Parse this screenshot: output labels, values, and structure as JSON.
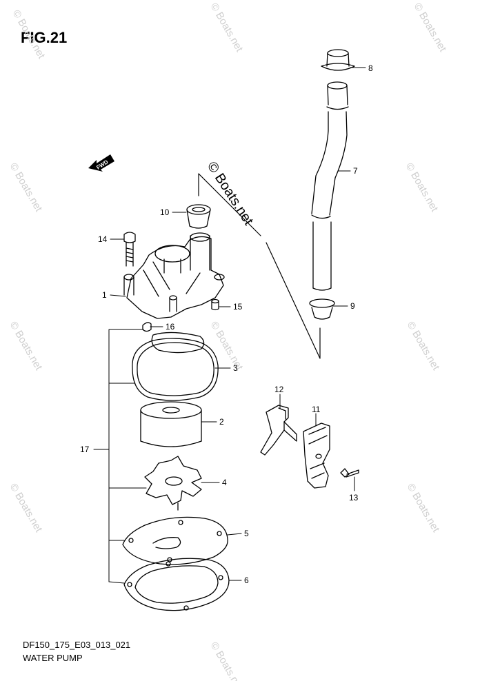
{
  "figure": {
    "title": "FIG.21",
    "code": "DF150_175_E03_013_021",
    "name": "WATER PUMP"
  },
  "watermark": {
    "text": "© Boats.net",
    "small_text": "© Boats.net"
  },
  "direction_label": "FWD",
  "parts": {
    "p1": "1",
    "p2": "2",
    "p3": "3",
    "p4": "4",
    "p5": "5",
    "p6": "6",
    "p7": "7",
    "p8": "8",
    "p9": "9",
    "p10": "10",
    "p11": "11",
    "p12": "12",
    "p13": "13",
    "p14": "14",
    "p15": "15",
    "p16": "16",
    "p17": "17"
  },
  "colors": {
    "line": "#000000",
    "watermark": "#cfcfcf",
    "background": "#ffffff"
  }
}
